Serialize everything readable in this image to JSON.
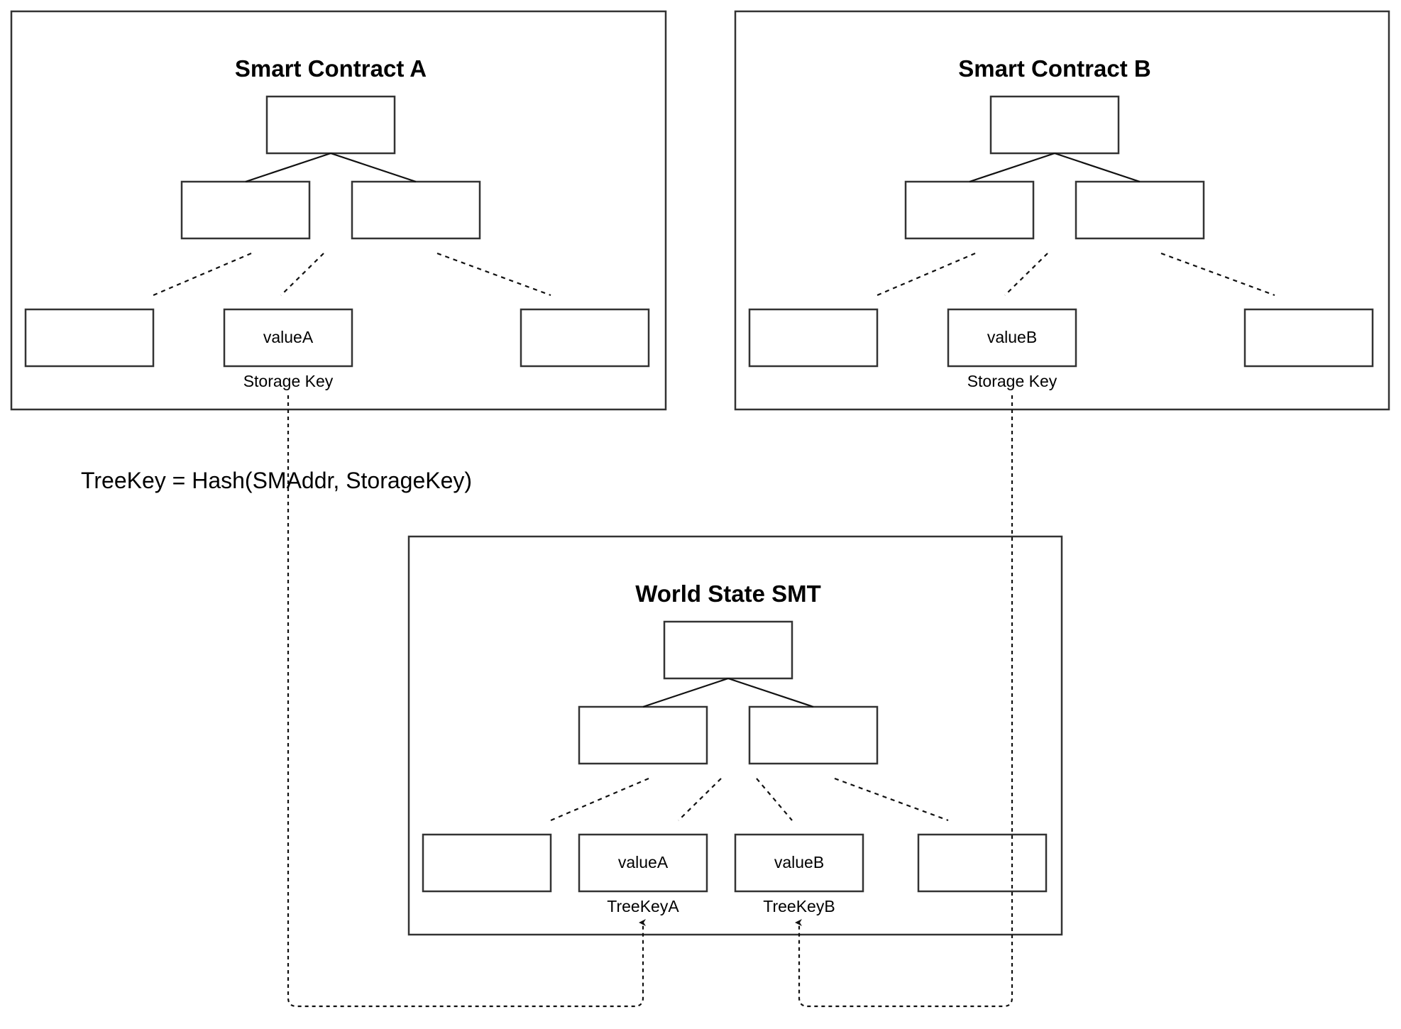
{
  "contract_a": {
    "title": "Smart Contract A",
    "leaf_value": "valueA",
    "leaf_label": "Storage Key"
  },
  "contract_b": {
    "title": "Smart Contract B",
    "leaf_value": "valueB",
    "leaf_label": "Storage Key"
  },
  "formula": "TreeKey = Hash(SMAddr, StorageKey)",
  "world_state": {
    "title": "World State SMT",
    "leaf_a_value": "valueA",
    "leaf_a_label": "TreeKeyA",
    "leaf_b_value": "valueB",
    "leaf_b_label": "TreeKeyB"
  }
}
